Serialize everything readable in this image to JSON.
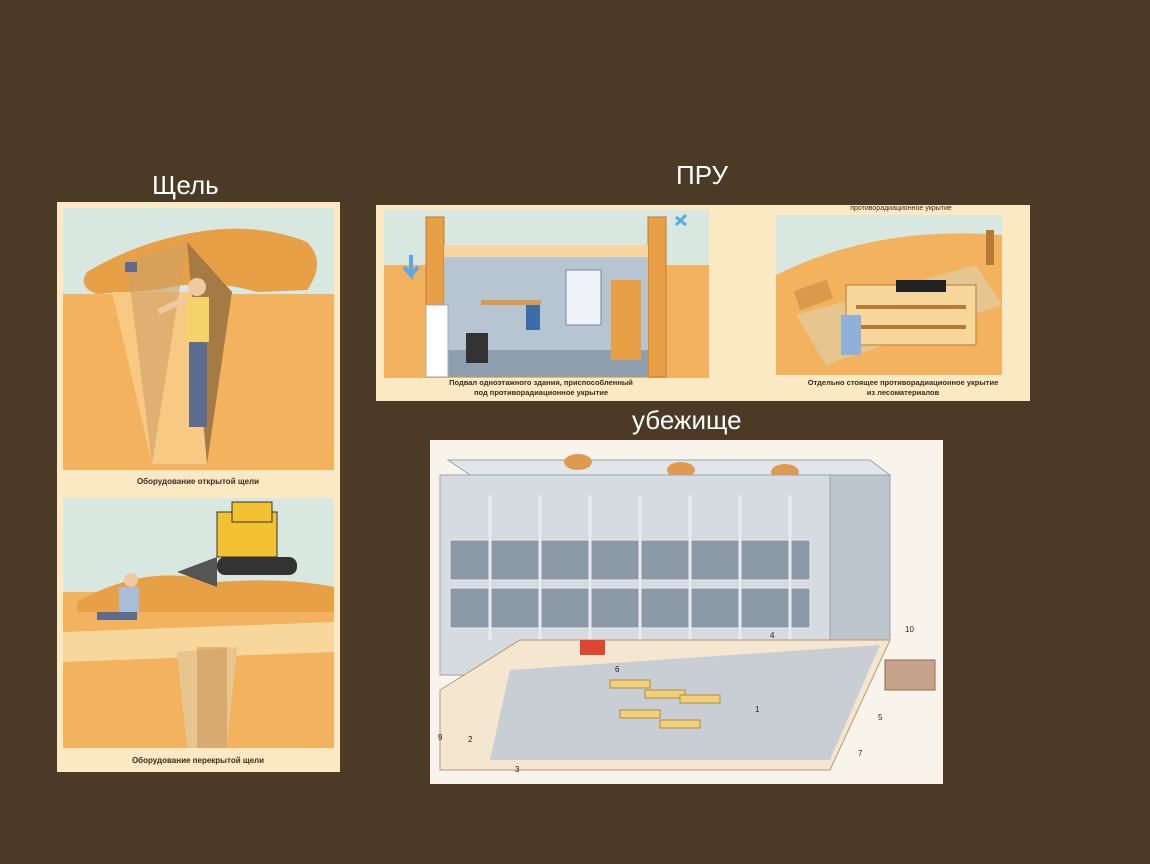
{
  "slide": {
    "labels": {
      "trench": "Щель",
      "pru": "ПРУ",
      "shelter": "убежище"
    },
    "captions": {
      "open_trench": "Оборудование открытой щели",
      "covered_trench": "Оборудование перекрытой щели",
      "basement_line1": "Подвал одноэтажного здания, приспособленный",
      "basement_line2": "под противорадиационное укрытие",
      "standalone_top": "противорадиационное укрытие",
      "standalone_line1": "Отдельно стоящее противорадиационное укрытие",
      "standalone_line2": "из лесоматериалов"
    },
    "shelter_numbers": [
      "1",
      "2",
      "3",
      "4",
      "5",
      "6",
      "7",
      "9",
      "10"
    ],
    "colors": {
      "background": "#4a3a26",
      "earth": "#f2b25e",
      "panel": "#fbe9c4",
      "arrows": "#5aa9e6"
    }
  }
}
